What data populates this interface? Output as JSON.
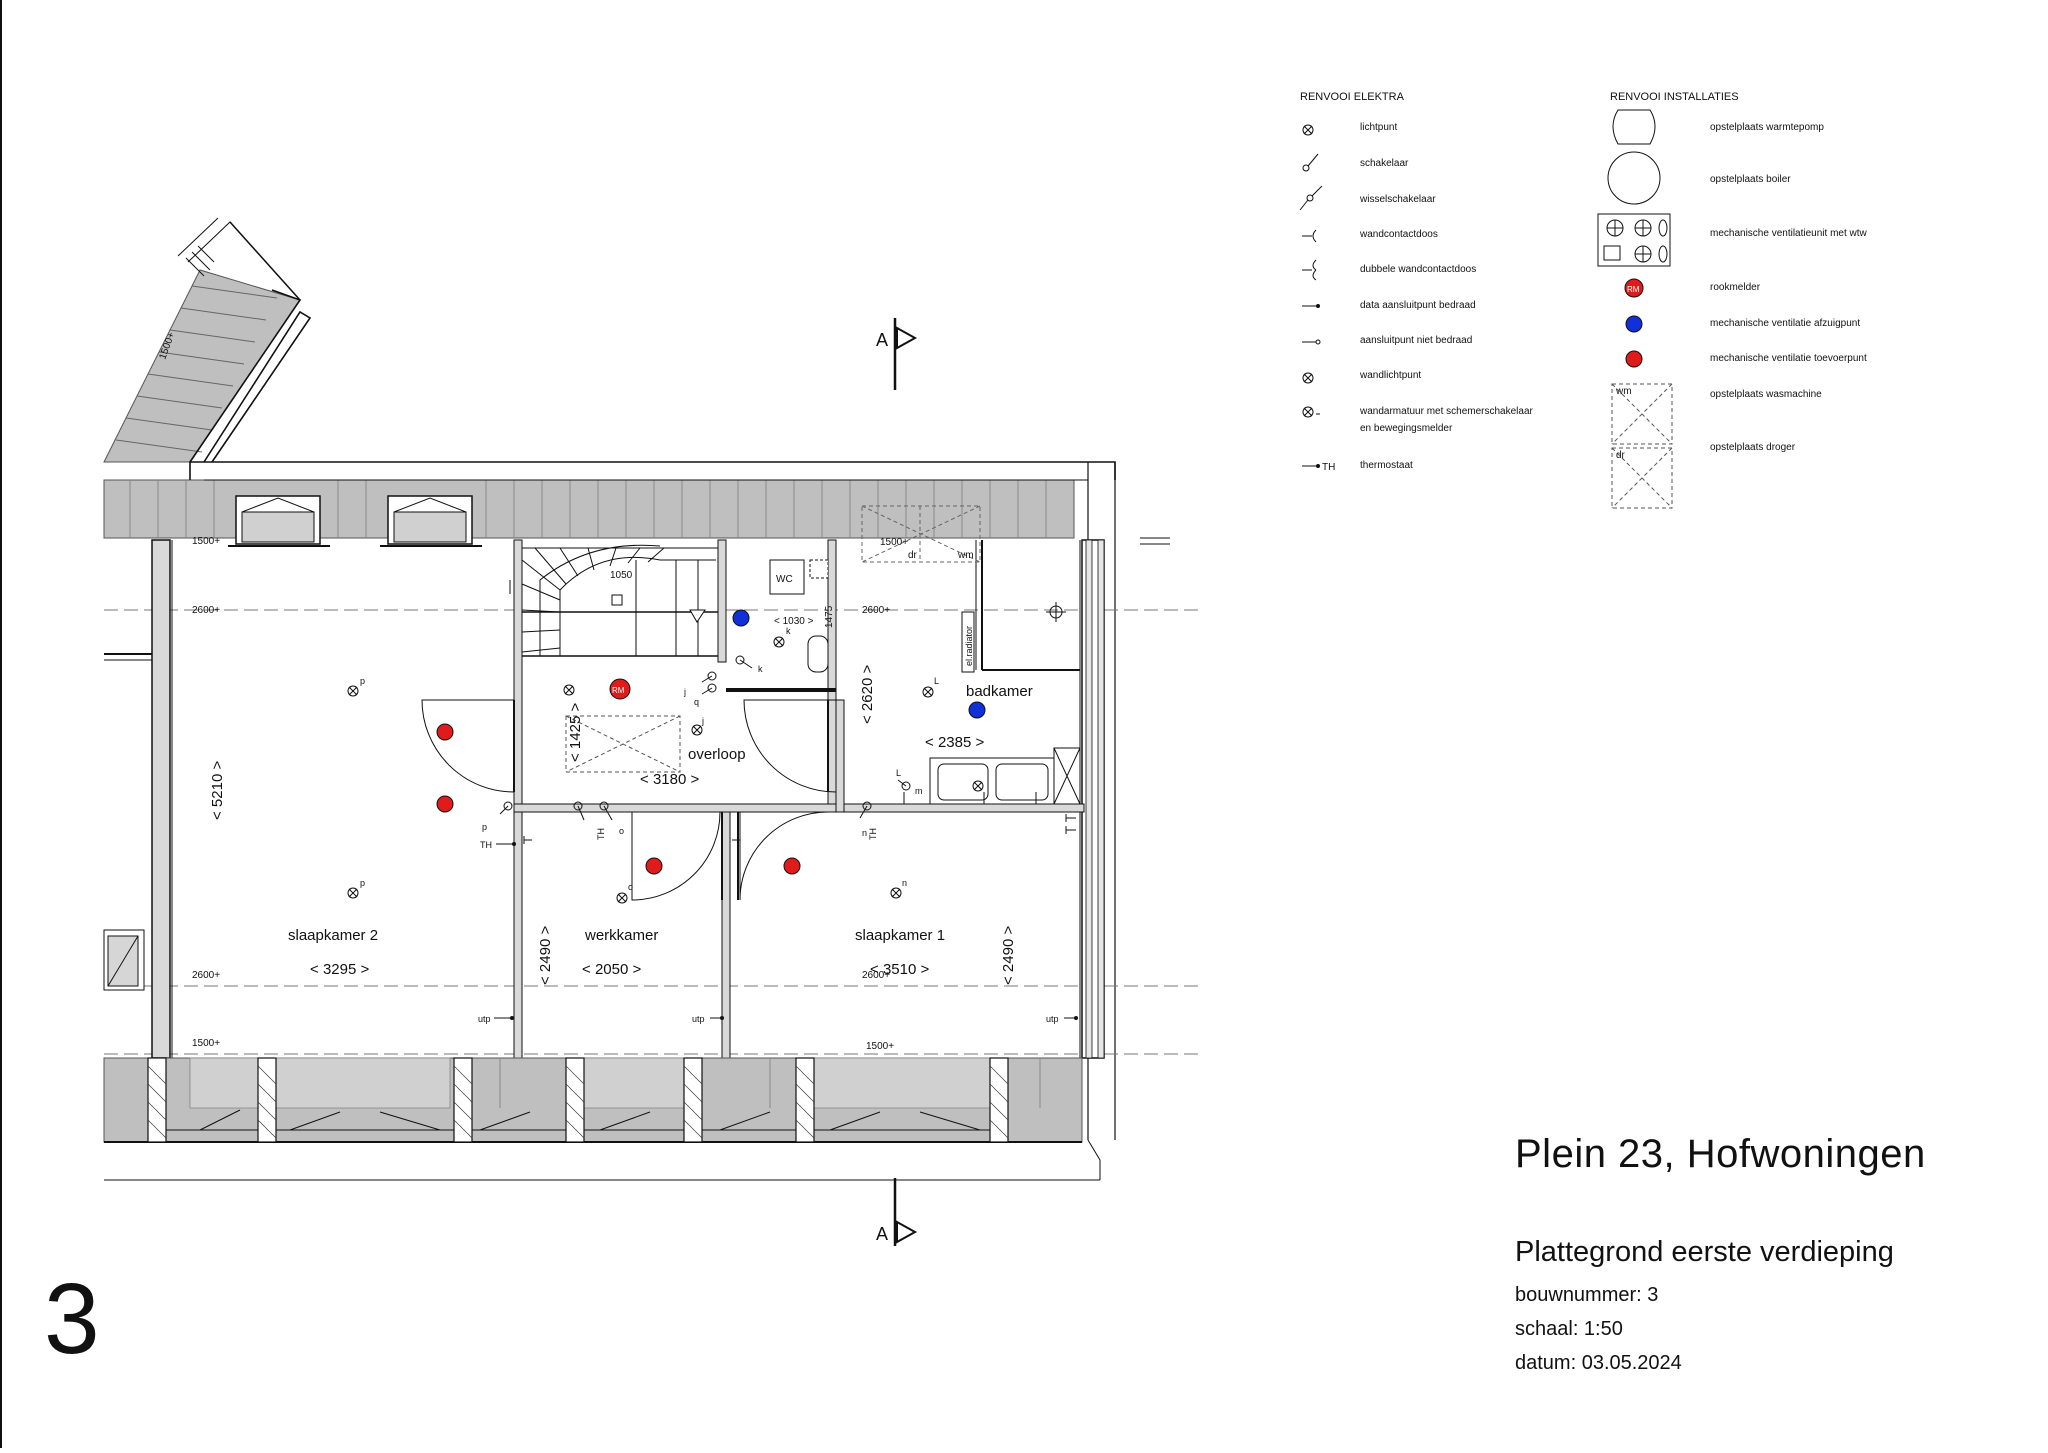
{
  "title_block": {
    "address": "Plein 23, Hofwoningen",
    "plan": "Plattegrond eerste verdieping",
    "bouwnummer": "bouwnummer: 3",
    "schaal": "schaal: 1:50",
    "datum": "datum: 03.05.2024",
    "sheet_number": "3"
  },
  "section_marker": {
    "label": "A"
  },
  "legend_elektra": {
    "heading": "RENVOOI ELEKTRA",
    "items": [
      {
        "icon": "lichtpunt-icon",
        "label": "lichtpunt"
      },
      {
        "icon": "schakelaar-icon",
        "label": "schakelaar"
      },
      {
        "icon": "wisselschakelaar-icon",
        "label": "wisselschakelaar"
      },
      {
        "icon": "wandcontactdoos-icon",
        "label": "wandcontactdoos"
      },
      {
        "icon": "dubbele-wandcontactdoos-icon",
        "label": "dubbele wandcontactdoos"
      },
      {
        "icon": "data-aansluitpunt-icon",
        "label": "data aansluitpunt bedraad"
      },
      {
        "icon": "aansluitpunt-niet-bedraad-icon",
        "label": "aansluitpunt niet bedraad"
      },
      {
        "icon": "wandlichtpunt-icon",
        "label": "wandlichtpunt"
      },
      {
        "icon": "wandarmatuur-icon",
        "label": "wandarmatuur met schemerschakelaar",
        "label2": "en bewegingsmelder"
      },
      {
        "icon": "thermostaat-icon",
        "label": "thermostaat",
        "symbol_text": "TH"
      }
    ]
  },
  "legend_installaties": {
    "heading": "RENVOOI INSTALLATIES",
    "items": [
      {
        "icon": "warmtepomp-icon",
        "label": "opstelplaats warmtepomp"
      },
      {
        "icon": "boiler-icon",
        "label": "opstelplaats boiler"
      },
      {
        "icon": "wtw-unit-icon",
        "label": "mechanische ventilatieunit met wtw"
      },
      {
        "icon": "rookmelder-icon",
        "label": "rookmelder",
        "symbol_text": "RM"
      },
      {
        "icon": "ventilatie-afzuigpunt-icon",
        "label": "mechanische ventilatie afzuigpunt"
      },
      {
        "icon": "ventilatie-toevoerpunt-icon",
        "label": "mechanische ventilatie toevoerpunt"
      },
      {
        "icon": "wasmachine-icon",
        "label": "opstelplaats wasmachine",
        "symbol_text": "wm"
      },
      {
        "icon": "droger-icon",
        "label": "opstelplaats droger",
        "symbol_text": "dr"
      }
    ]
  },
  "colors": {
    "supply": "#e01b1b",
    "extract": "#1030d8",
    "wall_fill": "#d9d9d9",
    "roof_fill": "#bfbfbf"
  },
  "rooms": [
    {
      "name": "slaapkamer 2",
      "width": "3295",
      "depth": "5210"
    },
    {
      "name": "werkkamer",
      "width": "2050",
      "depth": "2490"
    },
    {
      "name": "slaapkamer 1",
      "width": "3510",
      "depth": "2490"
    },
    {
      "name": "badkamer",
      "width": "2385",
      "depth": "2620"
    },
    {
      "name": "overloop",
      "width": "3180",
      "depth": "1425"
    }
  ],
  "plan_labels": {
    "wc": "WC",
    "stair": "1050",
    "wc_width": "1030",
    "wc_depth": "1475",
    "radiator": "el.radiator",
    "rm": "RM",
    "wm": "wm",
    "dr": "dr",
    "th": "TH",
    "utp": "utp",
    "roof_dim": "1500+",
    "h1500": "1500+",
    "h2600": "2600+",
    "lt": {
      "p": "p",
      "k": "k",
      "l": "L",
      "j": "j",
      "q": "q",
      "o": "o",
      "n": "n",
      "m": "m"
    }
  }
}
